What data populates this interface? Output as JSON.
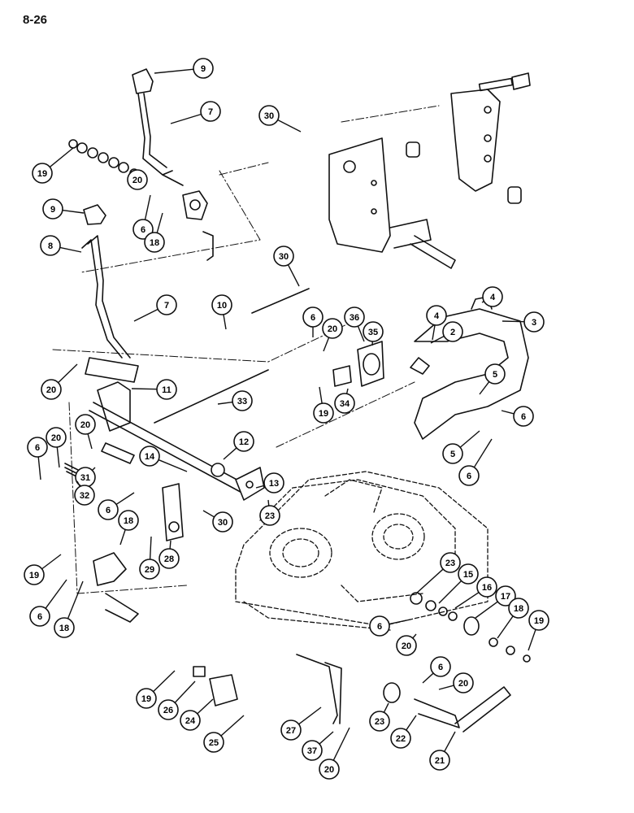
{
  "page": {
    "number": "8-26"
  },
  "callouts": [
    {
      "label": "9"
    },
    {
      "label": "7"
    },
    {
      "label": "30"
    },
    {
      "label": "19"
    },
    {
      "label": "20"
    },
    {
      "label": "9"
    },
    {
      "label": "6"
    },
    {
      "label": "18"
    },
    {
      "label": "8"
    },
    {
      "label": "30"
    },
    {
      "label": "7"
    },
    {
      "label": "10"
    },
    {
      "label": "4"
    },
    {
      "label": "4"
    },
    {
      "label": "2"
    },
    {
      "label": "3"
    },
    {
      "label": "6"
    },
    {
      "label": "20"
    },
    {
      "label": "36"
    },
    {
      "label": "35"
    },
    {
      "label": "20"
    },
    {
      "label": "11"
    },
    {
      "label": "19"
    },
    {
      "label": "34"
    },
    {
      "label": "33"
    },
    {
      "label": "5"
    },
    {
      "label": "6"
    },
    {
      "label": "6"
    },
    {
      "label": "20"
    },
    {
      "label": "20"
    },
    {
      "label": "12"
    },
    {
      "label": "14"
    },
    {
      "label": "5"
    },
    {
      "label": "6"
    },
    {
      "label": "31"
    },
    {
      "label": "32"
    },
    {
      "label": "13"
    },
    {
      "label": "6"
    },
    {
      "label": "30"
    },
    {
      "label": "18"
    },
    {
      "label": "23"
    },
    {
      "label": "29"
    },
    {
      "label": "28"
    },
    {
      "label": "19"
    },
    {
      "label": "23"
    },
    {
      "label": "15"
    },
    {
      "label": "16"
    },
    {
      "label": "17"
    },
    {
      "label": "6"
    },
    {
      "label": "18"
    },
    {
      "label": "6"
    },
    {
      "label": "20"
    },
    {
      "label": "18"
    },
    {
      "label": "19"
    },
    {
      "label": "6"
    },
    {
      "label": "20"
    },
    {
      "label": "19"
    },
    {
      "label": "26"
    },
    {
      "label": "24"
    },
    {
      "label": "25"
    },
    {
      "label": "27"
    },
    {
      "label": "37"
    },
    {
      "label": "20"
    },
    {
      "label": "23"
    },
    {
      "label": "22"
    },
    {
      "label": "21"
    }
  ]
}
